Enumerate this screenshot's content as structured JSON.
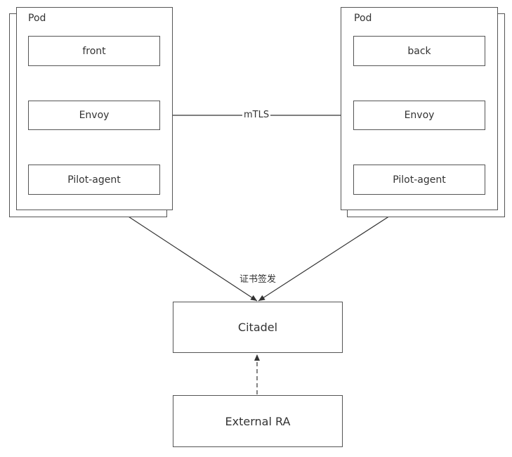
{
  "left_pod": {
    "label": "Pod",
    "app": "front",
    "proxy": "Envoy",
    "agent": "Pilot-agent"
  },
  "right_pod": {
    "label": "Pod",
    "app": "back",
    "proxy": "Envoy",
    "agent": "Pilot-agent"
  },
  "edges": {
    "mtls": "mTLS",
    "cert_issuance": "证书签发"
  },
  "citadel": "Citadel",
  "external_ra": "External RA"
}
